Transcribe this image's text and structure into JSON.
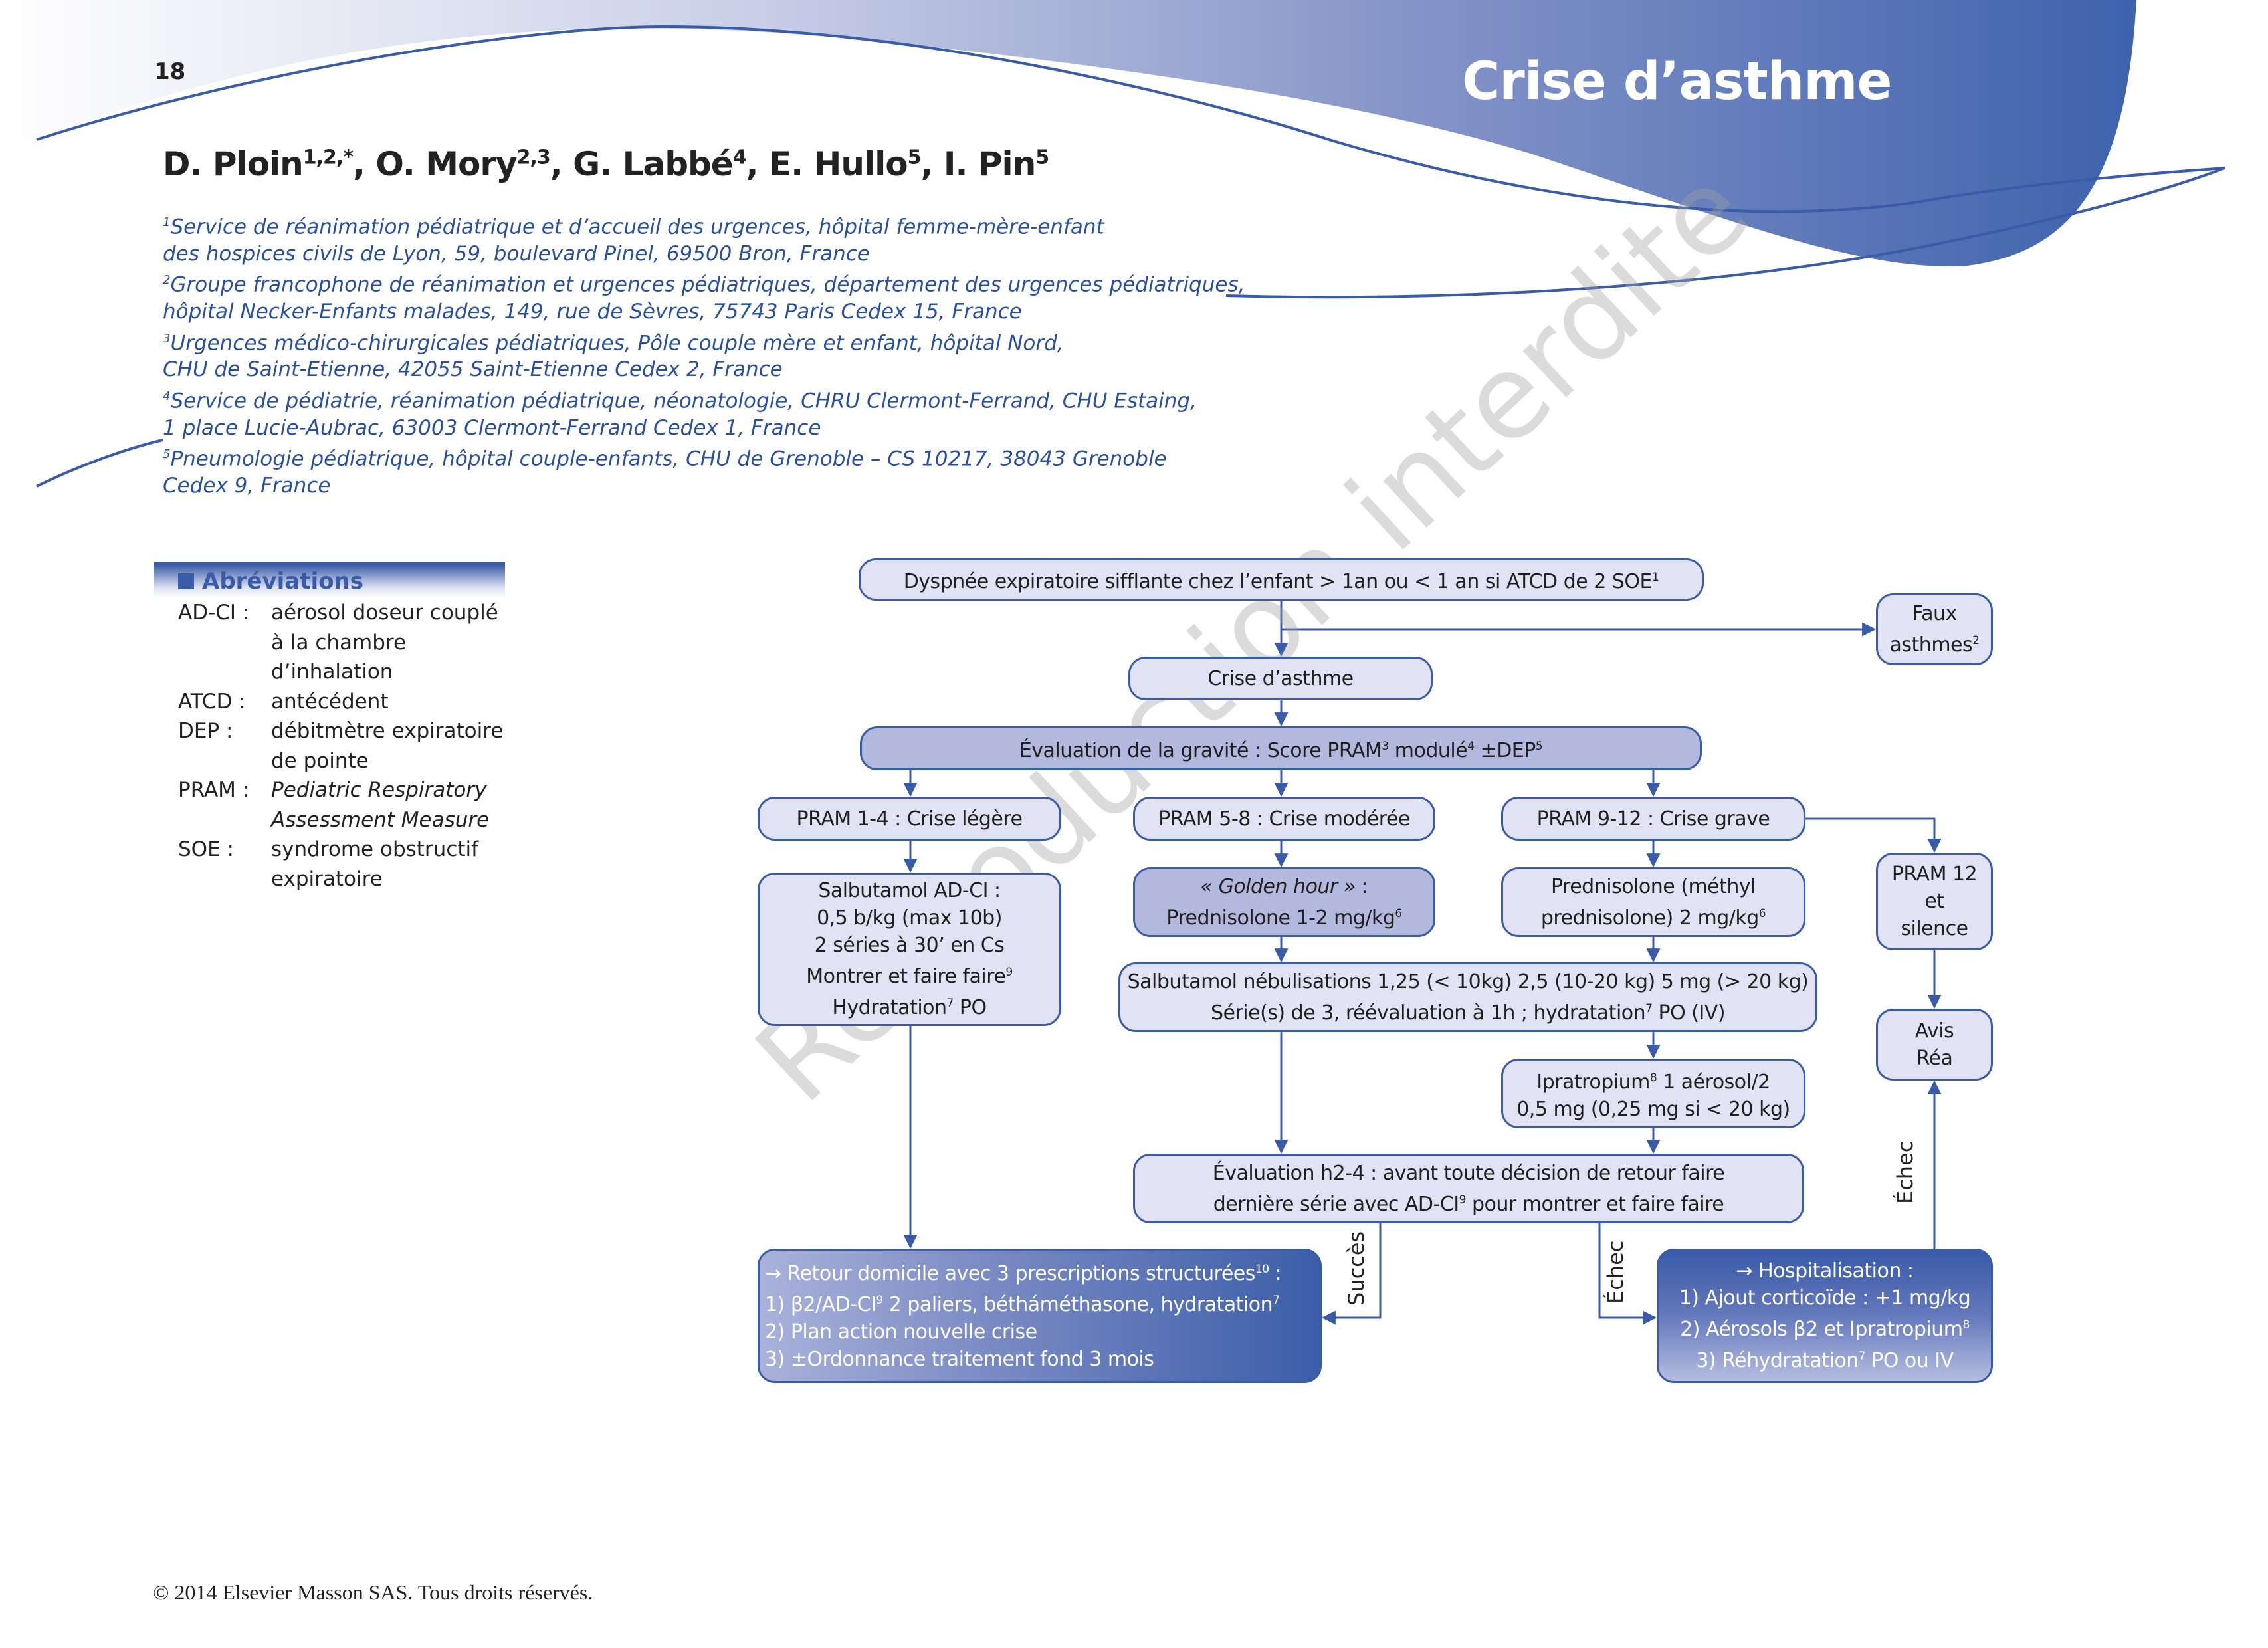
{
  "header": {
    "page_number": "18",
    "title": "Crise d’asthme",
    "brand_color": "#3a5ba8"
  },
  "authors": [
    {
      "name": "D. Ploin",
      "sup": "1,2,*"
    },
    {
      "name": "O. Mory",
      "sup": "2,3"
    },
    {
      "name": "G. Labbé",
      "sup": "4"
    },
    {
      "name": "E. Hullo",
      "sup": "5"
    },
    {
      "name": "I. Pin",
      "sup": "5"
    }
  ],
  "affiliations": [
    {
      "sup": "1",
      "line1": "Service de réanimation pédiatrique et d’accueil des urgences, hôpital femme-mère-enfant",
      "line2": "des hospices civils de Lyon, 59, boulevard Pinel, 69500 Bron, France"
    },
    {
      "sup": "2",
      "line1": "Groupe francophone de réanimation et urgences pédiatriques, département des urgences pédiatriques,",
      "line2": "hôpital Necker-Enfants malades, 149, rue de Sèvres, 75743 Paris Cedex 15, France"
    },
    {
      "sup": "3",
      "line1": "Urgences médico-chirurgicales pédiatriques, Pôle couple mère et enfant, hôpital Nord,",
      "line2": "CHU de Saint-Etienne, 42055 Saint-Etienne Cedex 2, France"
    },
    {
      "sup": "4",
      "line1": "Service de pédiatrie, réanimation pédiatrique, néonatologie, CHRU Clermont-Ferrand, CHU Estaing,",
      "line2": "1 place Lucie-Aubrac, 63003 Clermont-Ferrand Cedex 1, France"
    },
    {
      "sup": "5",
      "line1": "Pneumologie pédiatrique, hôpital couple-enfants, CHU de Grenoble – CS 10217, 38043 Grenoble",
      "line2": "Cedex 9, France"
    }
  ],
  "abbreviations": {
    "title": "Abréviations",
    "items": [
      {
        "key": "AD-CI :",
        "value": "aérosol doseur couplé\nà la chambre d’inhalation",
        "italic": false
      },
      {
        "key": "ATCD :",
        "value": "antécédent",
        "italic": false
      },
      {
        "key": "DEP :",
        "value": "débitmètre expiratoire\nde pointe",
        "italic": false
      },
      {
        "key": "PRAM :",
        "value": "Pediatric Respiratory\nAssessment Measure",
        "italic": true
      },
      {
        "key": "SOE :",
        "value": "syndrome obstructif\nexpiratoire",
        "italic": false
      }
    ]
  },
  "flowchart": {
    "start": {
      "text": "Dyspnée expiratoire sifflante chez l’enfant > 1an ou < 1 an si ATCD de 2 SOE",
      "sup": "1"
    },
    "faux_asthmes": {
      "line1": "Faux",
      "line2": "asthmes",
      "sup": "2"
    },
    "crise": {
      "text": "Crise d’asthme"
    },
    "evaluation": {
      "pre": "Évaluation de la gravité : Score PRAM",
      "sup1": "3",
      "mid": " modulé",
      "sup2": "4",
      "mid2": " ±DEP",
      "sup3": "5"
    },
    "pram_legere": {
      "text": "PRAM 1-4 : Crise légère"
    },
    "pram_moderee": {
      "text": "PRAM 5-8 : Crise modérée"
    },
    "pram_grave": {
      "text": "PRAM 9-12 : Crise grave"
    },
    "salbutamol_adci": {
      "l1": "Salbutamol AD-CI :",
      "l2": "0,5 b/kg (max 10b)",
      "l3": "2 séries à 30’ en Cs",
      "l4": "Montrer et faire faire",
      "l4_sup": "9",
      "l5a": "Hydratation",
      "l5_sup": "7",
      "l5b": " PO"
    },
    "golden_hour": {
      "l1_italic": "« Golden hour »",
      "l1_rest": " :",
      "l2": "Prednisolone 1-2 mg/kg",
      "l2_sup": "6"
    },
    "prednisolone": {
      "l1": "Prednisolone (méthyl",
      "l2": "prednisolone) 2 mg/kg",
      "l2_sup": "6"
    },
    "salbutamol_neb": {
      "l1": "Salbutamol nébulisations 1,25 (< 10kg) 2,5 (10-20 kg) 5 mg (> 20 kg)",
      "l2a": "Série(s) de 3, réévaluation à 1h ; hydratation",
      "l2_sup": "7",
      "l2b": " PO (IV)"
    },
    "ipratropium": {
      "l1a": "Ipratropium",
      "l1_sup": "8",
      "l1b": " 1 aérosol/2",
      "l2": "0,5 mg (0,25 mg si < 20 kg)"
    },
    "eval_h24": {
      "l1": "Évaluation h2-4 : avant toute décision de retour faire",
      "l2a": "dernière série avec AD-CI",
      "l2_sup": "9",
      "l2b": " pour montrer et faire faire"
    },
    "pram12": {
      "l1": "PRAM 12",
      "l2": "et",
      "l3": "silence"
    },
    "avis_rea": {
      "l1": "Avis",
      "l2": "Réa"
    },
    "retour": {
      "l1a": "→ Retour domicile avec 3 prescriptions structurées",
      "l1_sup": "10",
      "l1b": " :",
      "l2a": "1) β2/AD-CI",
      "l2_sup1": "9",
      "l2b": " 2 paliers, bétháméthasone, hydratation",
      "l2_sup2": "7",
      "l3": "2) Plan action nouvelle crise",
      "l4": "3) ±Ordonnance traitement fond 3 mois"
    },
    "hospitalisation": {
      "l1": "→ Hospitalisation :",
      "l2": "1) Ajout corticoïde : +1 mg/kg",
      "l3a": "2) Aérosols β2 et Ipratropium",
      "l3_sup": "8",
      "l4a": "3) Réhydratation",
      "l4_sup": "7",
      "l4b": " PO ou IV"
    },
    "labels": {
      "succes": "Succès",
      "echec_left": "Échec",
      "echec_right": "Échec"
    }
  },
  "watermark": "Reproduction interdite",
  "footer": "© 2014 Elsevier Masson SAS. Tous droits réservés."
}
